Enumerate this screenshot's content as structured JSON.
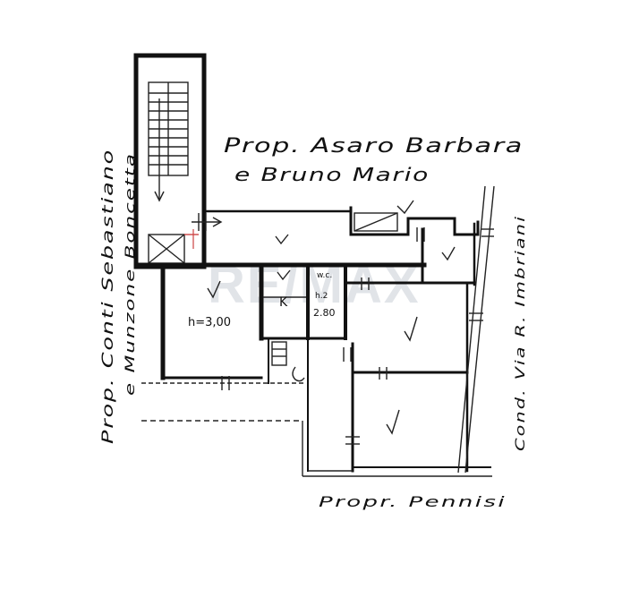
{
  "labels": {
    "north_owner_line1": "Prop. Asaro Barbara",
    "north_owner_line2": "e Bruno Mario",
    "west_owner_line1": "Prop. Conti Sebastiano",
    "west_owner_line2": "e Munzone Boncetta",
    "south_owner": "Propr. Pennisi",
    "east_owner": "Cond. Via R. Imbriani"
  },
  "rooms": {
    "main_height": "h=3,00",
    "kitchen_mark": "K",
    "wc_label": "w.c.",
    "wc_height_label": "h.2",
    "wc_height_value": "2.80"
  },
  "watermark": {
    "text": "RE/MAX",
    "color": "#c9ced6"
  },
  "colors": {
    "ink": "#111111",
    "background": "#ffffff"
  }
}
